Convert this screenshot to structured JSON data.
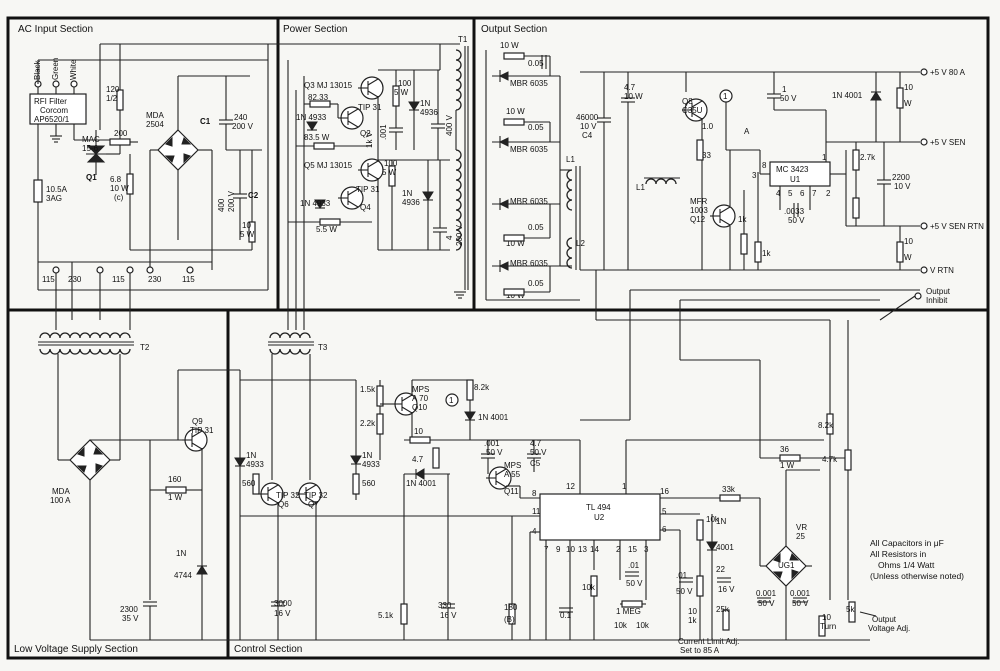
{
  "sections": {
    "ac_input": "AC Input Section",
    "power": "Power Section",
    "output": "Output Section",
    "low_voltage": "Low Voltage Supply Section",
    "control": "Control Section"
  },
  "ac": {
    "wire_colors": [
      "Black",
      "Green",
      "White"
    ],
    "filter": [
      "RFI Filter",
      "Corcom",
      "AP6520/1"
    ],
    "fuse": [
      "10.5A",
      "3AG"
    ],
    "mac": [
      "MAC",
      "15-6"
    ],
    "q1": "Q1",
    "r120": [
      "120",
      "1/2"
    ],
    "r200": "200",
    "r68": [
      "6.8",
      "10 W",
      "(c)"
    ],
    "mda_bridge": [
      "MDA",
      "2504"
    ],
    "c1_name": "C1",
    "c1_val": [
      "240",
      "200 V"
    ],
    "c2_name": "C2",
    "c2_val": [
      "400",
      "200 V"
    ],
    "r10": [
      "10",
      "5 W"
    ],
    "taps": [
      "115",
      "230",
      "115",
      "230",
      "115"
    ]
  },
  "power": {
    "q3": "Q3 MJ 13015",
    "q2": "TIP 31",
    "q2_ref": "Q2",
    "r82": "82.33",
    "d1n4933": "1N 4933",
    "r83": "83.5 W",
    "r100a": [
      "100",
      "5 W"
    ],
    "d1n4936a": [
      "1N",
      "4936"
    ],
    "c400": [
      "400 V"
    ],
    "c001": [
      ".001",
      "1k V"
    ],
    "q5": "Q5 MJ 13015",
    "q4": "TIP 31",
    "q4_ref": "Q4",
    "d1n4933b": "1N 4933",
    "r5w": "5.5 W",
    "r100b": [
      "100",
      "5 W"
    ],
    "d1n4936b": [
      "1N",
      "4936"
    ],
    "c2004": [
      "4",
      "200 V"
    ],
    "t1": "T1"
  },
  "output": {
    "snubbers": [
      {
        "r": "10   W",
        "c": "0.05",
        "d": "MBR 6035"
      },
      {
        "r": "10   W",
        "c": "0.05",
        "d": "MBR 6035"
      },
      {
        "r": "10   W",
        "c": "0.05",
        "d": "MBR 6035"
      },
      {
        "r": "10   W",
        "c": "0.05",
        "d": "MBR 6035"
      }
    ],
    "cap_bank": [
      "46000",
      "10 V",
      "C4"
    ],
    "cap47": [
      "4.7",
      "10 W"
    ],
    "l1": "L1",
    "l2": "L2",
    "q8": [
      "Q8",
      "C35U"
    ],
    "r33": "33",
    "rfo": "1.0",
    "point_a": "A",
    "mfr": [
      "MFR",
      "1003",
      "Q12"
    ],
    "c50v": [
      "1",
      "50 V"
    ],
    "mc_ref": "MC 3423",
    "mc_u": "U1",
    "mc_pins": [
      "8",
      "1",
      "2",
      "3",
      "4",
      "5",
      "6",
      "7"
    ],
    "c0033": [
      ".0033",
      "50 V"
    ],
    "r1ka": "1k",
    "r1kb": "1k",
    "d1n4001": "1N 4001",
    "r10w": [
      "10",
      "W"
    ],
    "c2200": [
      "2200",
      "10 V"
    ],
    "r27k": [
      "2.7k"
    ],
    "term_plus": "+5 V   80 A",
    "term_sen": "+5 V SEN",
    "term_sen_rtn": "+5 V SEN RTN",
    "term_rtn": "V RTN",
    "inhibit": [
      "Output",
      "Inhibit"
    ]
  },
  "lv": {
    "t2": "T2",
    "mda": [
      "MDA",
      "100 A"
    ],
    "q9": [
      "Q9",
      "TIP 31"
    ],
    "r160": [
      "160",
      "1 W"
    ],
    "zener": [
      "1N",
      "4744"
    ],
    "c2300": [
      "2300",
      "35 V"
    ]
  },
  "control": {
    "t3": "T3",
    "q6": [
      "TIP 32",
      "Q6"
    ],
    "q7": [
      "TIP 32",
      "Q7"
    ],
    "d1n4933a": [
      "1N",
      "4933"
    ],
    "d1n4933b": [
      "1N",
      "4933"
    ],
    "r560a": "560",
    "r560b": "560",
    "r15k": "1.5k",
    "r22k": "2.2k",
    "mps_a70": [
      "MPS",
      "A 70",
      "Q10"
    ],
    "r82k": "8.2k",
    "d1n4001a": "1N 4001",
    "r10": "10",
    "r47": "4.7",
    "d1n4001b": "1N 4001",
    "c001": [
      ".001",
      "50 V"
    ],
    "mps_a55": [
      "MPS",
      "A 55",
      "Q11"
    ],
    "c47": [
      "4.7",
      "50 V",
      "C5"
    ],
    "tl494": [
      "TL 494",
      "U2"
    ],
    "pin_numbers": [
      "12",
      "16",
      "11",
      "8",
      "4",
      "5",
      "6",
      "15",
      "7",
      "9",
      "10",
      "13",
      "14",
      "2",
      "3",
      "1"
    ],
    "r10k": "10k",
    "r33k": "33k",
    "r10kb": "10k",
    "d1n4001c": [
      "1N",
      "4001"
    ],
    "c01a": [
      ".01",
      "50 V"
    ],
    "r1meg": "1 MEG",
    "c22": [
      "22",
      "16 V"
    ],
    "c01b": [
      ".01",
      "50 V"
    ],
    "c1": "0.1",
    "pot25k": "25k",
    "r10k5": "10k",
    "vr": [
      "VR",
      "25",
      "UG1"
    ],
    "c0001a": [
      "0.001",
      "50 V"
    ],
    "c0001b": [
      "0.001",
      "50 V"
    ],
    "r36": [
      "36",
      "1 W"
    ],
    "r47k": "4.7k",
    "r82kb": "8.2k",
    "r5k": "5k",
    "c3000": [
      "3000",
      "16 V"
    ],
    "r51k": "5.1k",
    "c330": [
      "330",
      "16 V"
    ],
    "r180": [
      "180",
      "(B)"
    ],
    "r10a": [
      "10",
      "1k"
    ],
    "r10trim": [
      "10",
      "Turn"
    ],
    "current_limit": [
      "Current Limit Adj.",
      "Set to 85 A"
    ],
    "voltage_adj": [
      "Output",
      "Voltage Adj."
    ]
  },
  "notes": [
    "All Capacitors in μF",
    "All Resistors in",
    "Ohms 1/4 Watt",
    "(Unless otherwise noted)"
  ]
}
